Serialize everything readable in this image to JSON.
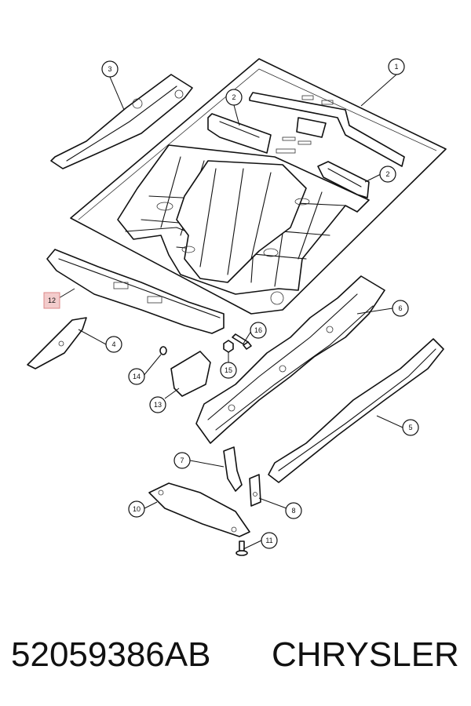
{
  "diagram": {
    "callouts": [
      {
        "label": "1"
      },
      {
        "label": "2"
      },
      {
        "label": "2"
      },
      {
        "label": "3"
      },
      {
        "label": "4"
      },
      {
        "label": "5"
      },
      {
        "label": "6"
      },
      {
        "label": "7"
      },
      {
        "label": "8"
      },
      {
        "label": "10"
      },
      {
        "label": "11"
      },
      {
        "label": "12"
      },
      {
        "label": "13"
      },
      {
        "label": "14"
      },
      {
        "label": "15"
      },
      {
        "label": "16"
      }
    ]
  },
  "caption": {
    "part_number": "52059386AB",
    "brand": "CHRYSLER"
  }
}
